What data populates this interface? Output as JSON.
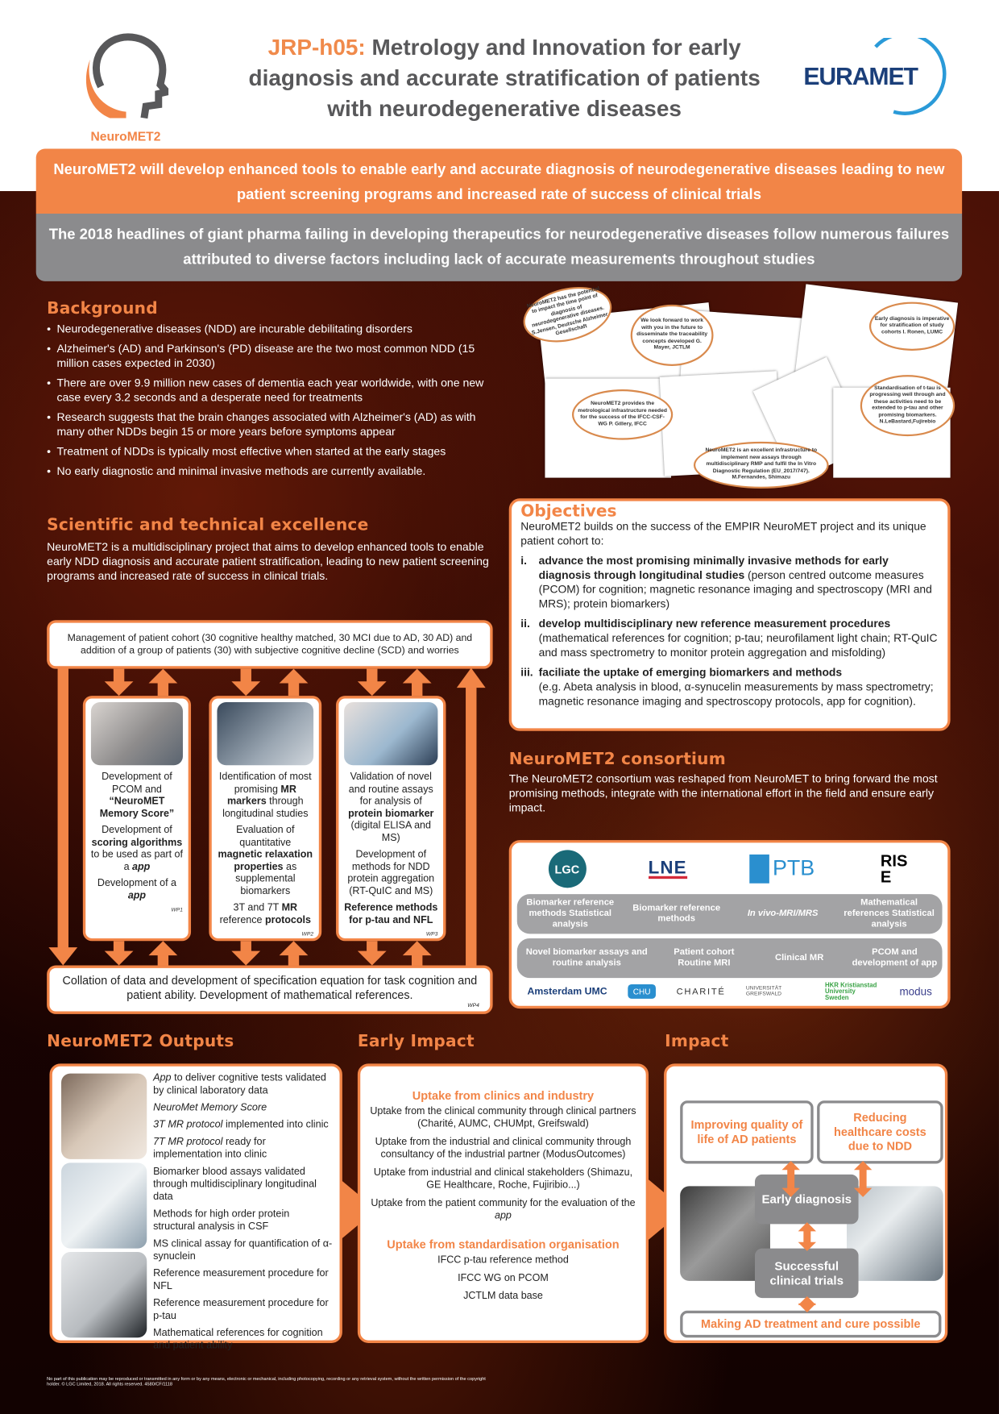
{
  "header": {
    "logo_text": "NeuroMET2",
    "title_code": "JRP-h05:",
    "title_rest": " Metrology and Innovation for early diagnosis and accurate stratification of patients with neurodegenerative diseases",
    "euramet_logo": "EURAMET"
  },
  "banner": {
    "orange": "NeuroMET2 will develop enhanced tools to enable early and accurate diagnosis of neurodegenerative diseases leading to new patient screening programs and increased rate of success of clinical trials",
    "gray": "The 2018 headlines of giant pharma failing in developing therapeutics for neurodegenerative diseases follow numerous failures attributed to diverse factors including lack of accurate measurements throughout studies"
  },
  "background": {
    "heading": "Background",
    "bullets": [
      "Neurodegenerative diseases (NDD) are incurable debilitating disorders",
      "Alzheimer's (AD) and Parkinson's (PD) disease are the two most common NDD (15 million cases expected in 2030)",
      "There are over 9.9 million new cases of dementia each year worldwide, with one new case every 3.2 seconds and a desperate need for treatments",
      "Research suggests that the brain changes associated with Alzheimer's (AD) as with many other NDDs begin 15 or more years before symptoms appear",
      "Treatment of NDDs is typically most effective when started at the early stages",
      "No early diagnostic and minimal invasive methods are currently available."
    ]
  },
  "quotes": [
    "NeuroMET2 has the potential to impact the time point of diagnosis of neurodegenerative diseases. S.Jensen, Deutsche Alzheimer Gesellschaft",
    "We look forward to work with you in the future to disseminate the traceability concepts developed G. Mayer, JCTLM",
    "Early diagnosis is imperative for stratification of study cohorts I. Ronen, LUMC",
    "NeuroMET2 provides the metrological infrastructure needed for the success of the IFCC-CSF-WG P. Gillery, IFCC",
    "Standardisation of t-tau is progressing well through and these activities need to be extended to p-tau and other promising biomarkers. N.LeBastard,Fujirebio",
    "NeuroMET2 is an excellent infrastructure to implement new assays through multidisciplinary RMP and fulfil the In Vitro Diagnostic Regulation (EU_2017/747). M.Fernandes, Shimazu"
  ],
  "excellence": {
    "heading": "Scientific and technical excellence",
    "text": "NeuroMET2 is a multidisciplinary project that aims to develop enhanced tools to enable early NDD diagnosis and accurate patient stratification, leading to new patient screening programs and increased rate of success in clinical trials."
  },
  "flow": {
    "top": "Management of patient cohort (30 cognitive healthy matched, 30 MCI due to AD, 30 AD) and addition of a group of patients (30) with subjective cognitive decline (SCD) and worries",
    "bottom": "Collation of data and development of specification equation for task cognition and patient ability. Development of mathematical references.",
    "bottom_label": "WP4",
    "wp1": {
      "label": "WP1",
      "p1a": "Development of PCOM and ",
      "p1b": "“NeuroMET Memory Score”",
      "p2a": "Development of ",
      "p2b": "scoring algorithms",
      "p2c": " to be used as part of a ",
      "p2d": "app",
      "p3a": "Development of a ",
      "p3b": "app"
    },
    "wp2": {
      "label": "WP2",
      "p1a": "Identification of most promising ",
      "p1b": "MR markers",
      "p1c": " through longitudinal studies",
      "p2a": "Evaluation of quantitative ",
      "p2b": "magnetic relaxation properties",
      "p2c": " as supplemental biomarkers",
      "p3a": "3T and 7T ",
      "p3b": "MR",
      "p3c": " reference ",
      "p3d": "protocols"
    },
    "wp3": {
      "label": "WP3",
      "p1a": "Validation of novel and routine assays for analysis of ",
      "p1b": "protein biomarker",
      "p1c": " (digital ELISA and MS)",
      "p2": "Development of methods for NDD protein aggregation (RT-QuIC and MS)",
      "p3": "Reference methods for p-tau and NFL"
    }
  },
  "objectives": {
    "heading": "Objectives",
    "intro": "NeuroMET2 builds on the success of the EMPIR NeuroMET project and its unique patient cohort to:",
    "items": [
      {
        "n": "i.",
        "bold": "advance the most promising minimally invasive methods for early diagnosis through longitudinal studies",
        "rest": " (person centred outcome measures (PCOM) for cognition; magnetic resonance imaging and spectroscopy (MRI and MRS); protein biomarkers)"
      },
      {
        "n": "ii.",
        "bold": "develop multidisciplinary new reference measurement procedures",
        "rest": " (mathematical references for cognition; p-tau; neurofilament light chain; RT-QuIC and mass spectrometry to monitor protein aggregation and misfolding)"
      },
      {
        "n": "iii.",
        "bold": "faciliate the uptake of emerging biomarkers and methods",
        "rest": " (e.g. Abeta analysis in blood, α-synucelin measurements by mass spectrometry; magnetic resonance imaging and spectroscopy protocols, app for cognition)."
      }
    ]
  },
  "consortium": {
    "heading": "NeuroMET2 consortium",
    "text": "The NeuroMET2 consortium was reshaped from NeuroMET to bring forward the most promising methods, integrate with the international effort in the field and ensure early impact.",
    "top_logos": [
      "LGC",
      "LNE",
      "PTB",
      "RISE"
    ],
    "row1": [
      "Biomarker reference methods Statistical analysis",
      "Biomarker reference methods",
      "In vivo-MRI/MRS",
      "Mathematical references Statistical analysis"
    ],
    "row2": [
      "Novel biomarker assays and routine analysis",
      "Patient cohort Routine MRI",
      "Clinical MR",
      "PCOM and development of app"
    ],
    "bottom_logos": [
      "Amsterdam UMC",
      "CHU",
      "CHARITÉ",
      "UNIVERSITÄT GREIFSWALD",
      "HKR Kristianstad University Sweden",
      "modus"
    ]
  },
  "outputs": {
    "heading": "NeuroMET2 Outputs",
    "items": [
      {
        "i": "App",
        "t": " to deliver cognitive tests validated by clinical laboratory data"
      },
      {
        "i": "NeuroMet Memory Score",
        "t": ""
      },
      {
        "i": "3T MR protocol",
        "t": " implemented into clinic"
      },
      {
        "i": "7T MR protocol",
        "t": " ready for implementation into clinic"
      },
      {
        "i": "",
        "t": "Biomarker blood assays validated through multidisciplinary longitudinal data"
      },
      {
        "i": "",
        "t": "Methods for high order protein structural analysis in CSF"
      },
      {
        "i": "",
        "t": "MS clinical assay for quantification of α-synuclein"
      },
      {
        "i": "",
        "t": "Reference measurement procedure for NFL"
      },
      {
        "i": "",
        "t": "Reference measurement procedure for p-tau"
      },
      {
        "i": "",
        "t": "Mathematical references for cognition and patient ability"
      }
    ]
  },
  "early": {
    "heading": "Early Impact",
    "h1": "Uptake from clinics and industry",
    "l1": [
      "Uptake from the clinical community through clinical partners (Charité, AUMC, CHUMpt, Greifswald)",
      "Uptake from the industrial and clinical community through consultancy of the industrial partner (ModusOutcomes)",
      "Uptake from industrial and clinical stakeholders (Shimazu, GE Healthcare, Roche, Fujiribio...)"
    ],
    "l1_last_a": "Uptake from the patient community for the evaluation of the ",
    "l1_last_b": "app",
    "h2": "Uptake from standardisation organisation",
    "l2": [
      "IFCC p-tau reference method",
      "IFCC WG on PCOM",
      "JCTLM data base"
    ]
  },
  "impact": {
    "heading": "Impact",
    "quality": "Improving quality of life of AD patients",
    "costs": "Reducing healthcare costs due to NDD",
    "early_dx": "Early diagnosis",
    "trials": "Successful clinical trials",
    "cure": "Making AD treatment and cure possible"
  },
  "footer": "No part of this publication may be reproduced or transmitted in any form or by any means, electronic or mechanical, including photocopying, recording or any retrieval system, without the written permission of the copyright holder. © LGC Limited, 2018. All rights reserved. 4580/CF/1118",
  "colors": {
    "orange": "#f28547",
    "gray": "#8b8b8d",
    "euramet_blue": "#1b3f7a"
  }
}
